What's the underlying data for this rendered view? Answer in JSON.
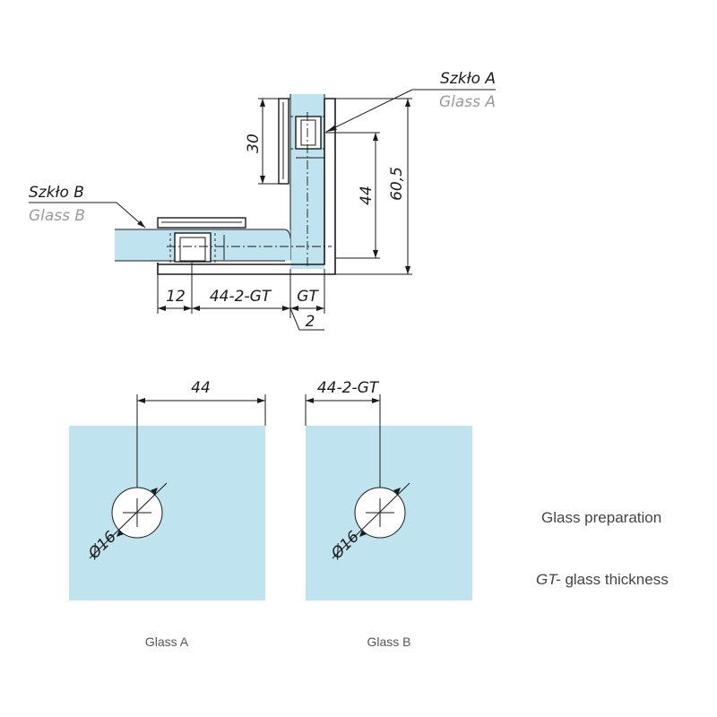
{
  "section": {
    "glass_a_label": "Szkło A",
    "glass_a_label_en": "Glass A",
    "glass_b_label": "Szkło B",
    "glass_b_label_en": "Glass B",
    "dims": {
      "d30": "30",
      "d44_vertical": "44",
      "d60_5": "60,5",
      "d12": "12",
      "d44_2_gt": "44-2-GT",
      "d_gt": "GT",
      "d2": "2"
    }
  },
  "panels": {
    "panel_a": {
      "dim": "44",
      "hole": "Ø16",
      "caption": "Glass A"
    },
    "panel_b": {
      "dim": "44-2-GT",
      "hole": "Ø16",
      "caption": "Glass B"
    }
  },
  "notes": {
    "preparation": "Glass preparation",
    "gt_term": "GT-",
    "gt_desc": " glass thickness"
  },
  "colors": {
    "glass": "#bfe3ef",
    "line": "#1a1a1a",
    "grey_text": "#9a9a9a"
  }
}
